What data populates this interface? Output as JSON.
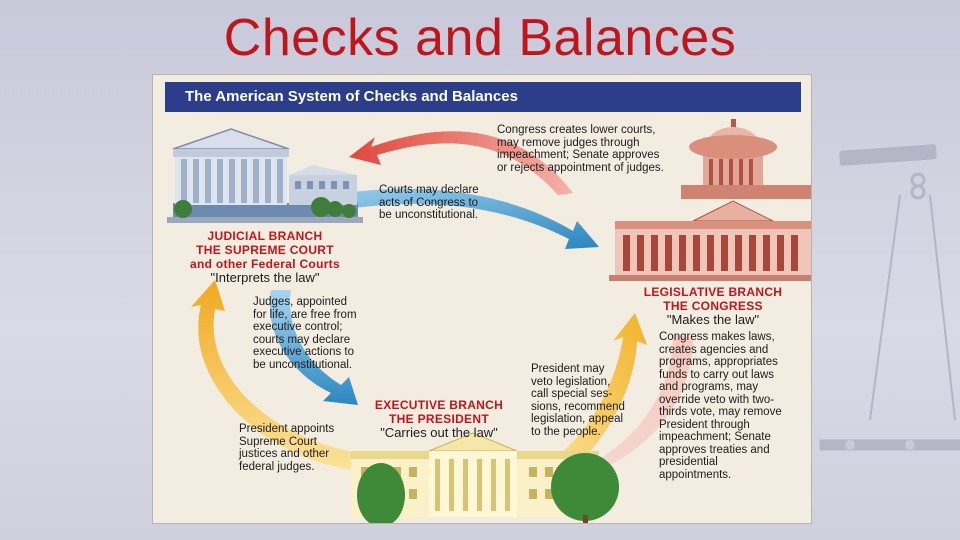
{
  "slide": {
    "title": "Checks and Balances"
  },
  "panel": {
    "header": "The American System of Checks and Balances"
  },
  "branches": {
    "judicial": {
      "line1": "JUDICIAL BRANCH",
      "line2": "THE SUPREME COURT",
      "line3": "and other Federal Courts",
      "role": "\"Interprets the law\""
    },
    "legislative": {
      "line1": "LEGISLATIVE BRANCH",
      "line2": "THE CONGRESS",
      "role": "\"Makes the law\""
    },
    "executive": {
      "line1": "EXECUTIVE BRANCH",
      "line2": "THE PRESIDENT",
      "role": "\"Carries out the law\""
    }
  },
  "checks": {
    "congress_on_courts": [
      "Congress creates lower courts,",
      "may remove judges through",
      "impeachment; Senate approves",
      "or rejects appointment of judges."
    ],
    "courts_on_congress": [
      "Courts may declare",
      "acts of Congress to",
      "be unconstitutional."
    ],
    "judges_independence": [
      "Judges, appointed",
      "for life, are free from",
      "executive control;",
      "courts may declare",
      "executive actions to",
      "be unconstitutional."
    ],
    "congress_powers": [
      "Congress makes laws,",
      "creates agencies and",
      "programs, appropriates",
      "funds to carry out laws",
      "and programs, may",
      "override veto with two-",
      "thirds vote, may remove",
      "President through",
      "impeachment; Senate",
      "approves treaties and",
      "presidential",
      "appointments."
    ],
    "president_on_congress": [
      "President may",
      "veto legislation,",
      "call special ses-",
      "sions, recommend",
      "legislation, appeal",
      "to the people."
    ],
    "president_on_courts": [
      "President appoints",
      "Supreme Court",
      "justices and other",
      "federal judges."
    ]
  },
  "colors": {
    "title": "#c0161b",
    "header_bg": "#2c3e8a",
    "arrow_red": "#e85a50",
    "arrow_blue": "#2f8fc6",
    "arrow_yellow": "#f2b22a"
  }
}
